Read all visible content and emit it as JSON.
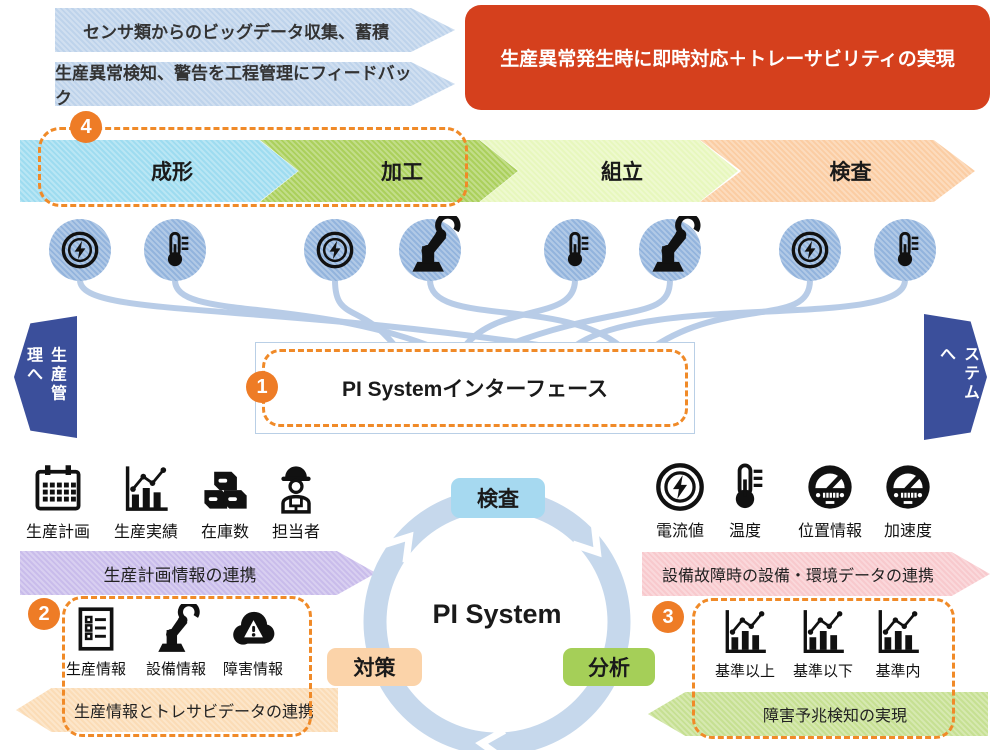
{
  "top": {
    "banner1": "センサ類からのビッグデータ収集、蓄積",
    "banner2": "生産異常検知、警告を工程管理にフィードバック",
    "result": "生産異常発生時に即時対応＋トレーサビリティの実現"
  },
  "flow": {
    "badge": "4",
    "steps": [
      {
        "label": "成形"
      },
      {
        "label": "加工"
      },
      {
        "label": "組立"
      },
      {
        "label": "検査"
      }
    ]
  },
  "sensors": {
    "icons": [
      "current-sensor-icon",
      "temperature-sensor-icon",
      "current-sensor-icon",
      "robot-arm-icon",
      "temperature-sensor-icon",
      "robot-arm-icon",
      "current-sensor-icon",
      "temperature-sensor-icon"
    ]
  },
  "interface": {
    "badge": "1",
    "label": "PI Systemインターフェース"
  },
  "sides": {
    "left": "生産管理へ",
    "right": "保全システムへ"
  },
  "plan_sources": {
    "items": [
      {
        "label": "生産計画",
        "icon": "calendar-icon"
      },
      {
        "label": "生産実績",
        "icon": "bar-line-chart-icon"
      },
      {
        "label": "在庫数",
        "icon": "stacked-boxes-icon"
      },
      {
        "label": "担当者",
        "icon": "worker-icon"
      }
    ],
    "arrow": "生産計画情報の連携"
  },
  "trace_group": {
    "badge": "2",
    "items": [
      {
        "label": "生産情報",
        "icon": "document-list-icon"
      },
      {
        "label": "設備情報",
        "icon": "robot-arm-icon"
      },
      {
        "label": "障害情報",
        "icon": "cloud-alert-icon"
      }
    ],
    "arrow": "生産情報とトレサビデータの連携"
  },
  "cycle": {
    "title": "PI System",
    "top_tag": "検査",
    "left_tag": "対策",
    "right_tag": "分析"
  },
  "equip_sources": {
    "items": [
      {
        "label": "電流値",
        "icon": "current-sensor-icon"
      },
      {
        "label": "温度",
        "icon": "temperature-sensor-icon"
      },
      {
        "label": "位置情報",
        "icon": "gauge-icon"
      },
      {
        "label": "加速度",
        "icon": "gauge-icon"
      }
    ],
    "arrow": "設備故障時の設備・環境データの連携"
  },
  "detect_group": {
    "badge": "3",
    "items": [
      {
        "label": "基準以上",
        "icon": "bar-line-chart-icon"
      },
      {
        "label": "基準以下",
        "icon": "bar-line-chart-icon"
      },
      {
        "label": "基準内",
        "icon": "bar-line-chart-icon"
      }
    ],
    "arrow": "障害予兆検知の実現"
  },
  "colors": {
    "badge_orange": "#ee7c26",
    "dashed_orange": "#f08a28",
    "result_red": "#d5401d",
    "side_arrow_blue": "#3b4f9b",
    "banner_blue": "#bed3eb",
    "sensor_blue": "#93b4dd",
    "ring_blue": "#c6d8ec",
    "step_colors": [
      "#9edcf0",
      "#abd05c",
      "#e7f7bd",
      "#fbcda3"
    ],
    "plan_arrow_purple": "#c9bceb",
    "equip_arrow_pink": "#f8c9cd",
    "trace_arrow_orange": "#fbdcb6",
    "detect_arrow_green": "#c6e092",
    "tag_blue": "#a6d9f0",
    "tag_peach": "#fbd3a9",
    "tag_green": "#a5cf58"
  }
}
